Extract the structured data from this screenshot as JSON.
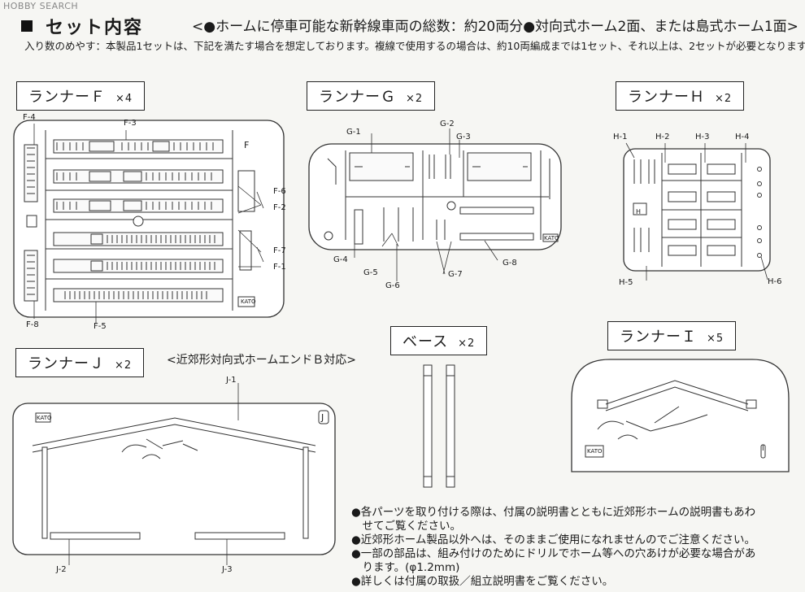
{
  "watermark": "HOBBY SEARCH",
  "title": "セット内容",
  "summary": "<●ホームに停車可能な新幹線車両の総数：約20両分●対向式ホーム2面、または島式ホーム1面>",
  "guide": "入り数のめやす：本製品1セットは、下記を満たす場合を想定しております。複線で使用するの場合は、約10両編成までは1セット、それ以上は、2セットが必要となります。",
  "runners": {
    "F": {
      "label": "ランナーＦ",
      "mult": "×4",
      "code": "F",
      "parts": [
        "F-1",
        "F-2",
        "F-3",
        "F-4",
        "F-5",
        "F-6",
        "F-7",
        "F-8"
      ]
    },
    "G": {
      "label": "ランナーＧ",
      "mult": "×2",
      "parts": [
        "G-1",
        "G-2",
        "G-3",
        "G-4",
        "G-5",
        "G-6",
        "G-7",
        "G-8"
      ]
    },
    "H": {
      "label": "ランナーＨ",
      "mult": "×2",
      "code": "H",
      "parts": [
        "H-1",
        "H-2",
        "H-3",
        "H-4",
        "H-5",
        "H-6"
      ]
    },
    "J": {
      "label": "ランナーＪ",
      "mult": "×2",
      "code": "J",
      "note": "<近郊形対向式ホームエンドＢ対応>",
      "parts": [
        "J-1",
        "J-2",
        "J-3"
      ]
    },
    "I": {
      "label": "ランナーＩ",
      "mult": "×5",
      "code": "I"
    }
  },
  "base": {
    "label": "ベース",
    "mult": "×2"
  },
  "maker_mark": "KATO",
  "notes": [
    "●各パーツを取り付ける際は、付属の説明書とともに近郊形ホームの説明書もあわ",
    "　せてご覧ください。",
    "●近郊形ホーム製品以外へは、そのままご使用になれませんのでご注意ください。",
    "●一部の部品は、組み付けのためにドリルでホーム等への穴あけが必要な場合があ",
    "　ります。(φ1.2mm)",
    "●詳しくは付属の取扱／組立説明書をご覧ください。"
  ]
}
